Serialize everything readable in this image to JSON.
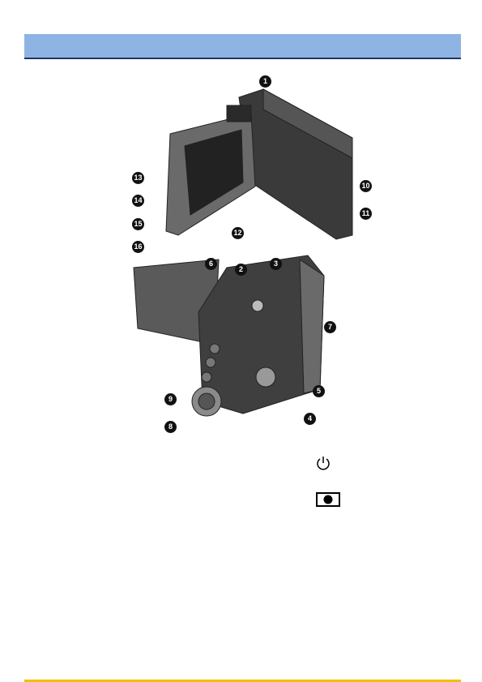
{
  "callouts": [
    "1",
    "2",
    "3",
    "4",
    "5",
    "6",
    "7",
    "8",
    "9",
    "10",
    "11",
    "12",
    "13",
    "14",
    "15",
    "16"
  ],
  "icons": {
    "power": "power-icon",
    "record": "record-button-icon"
  }
}
